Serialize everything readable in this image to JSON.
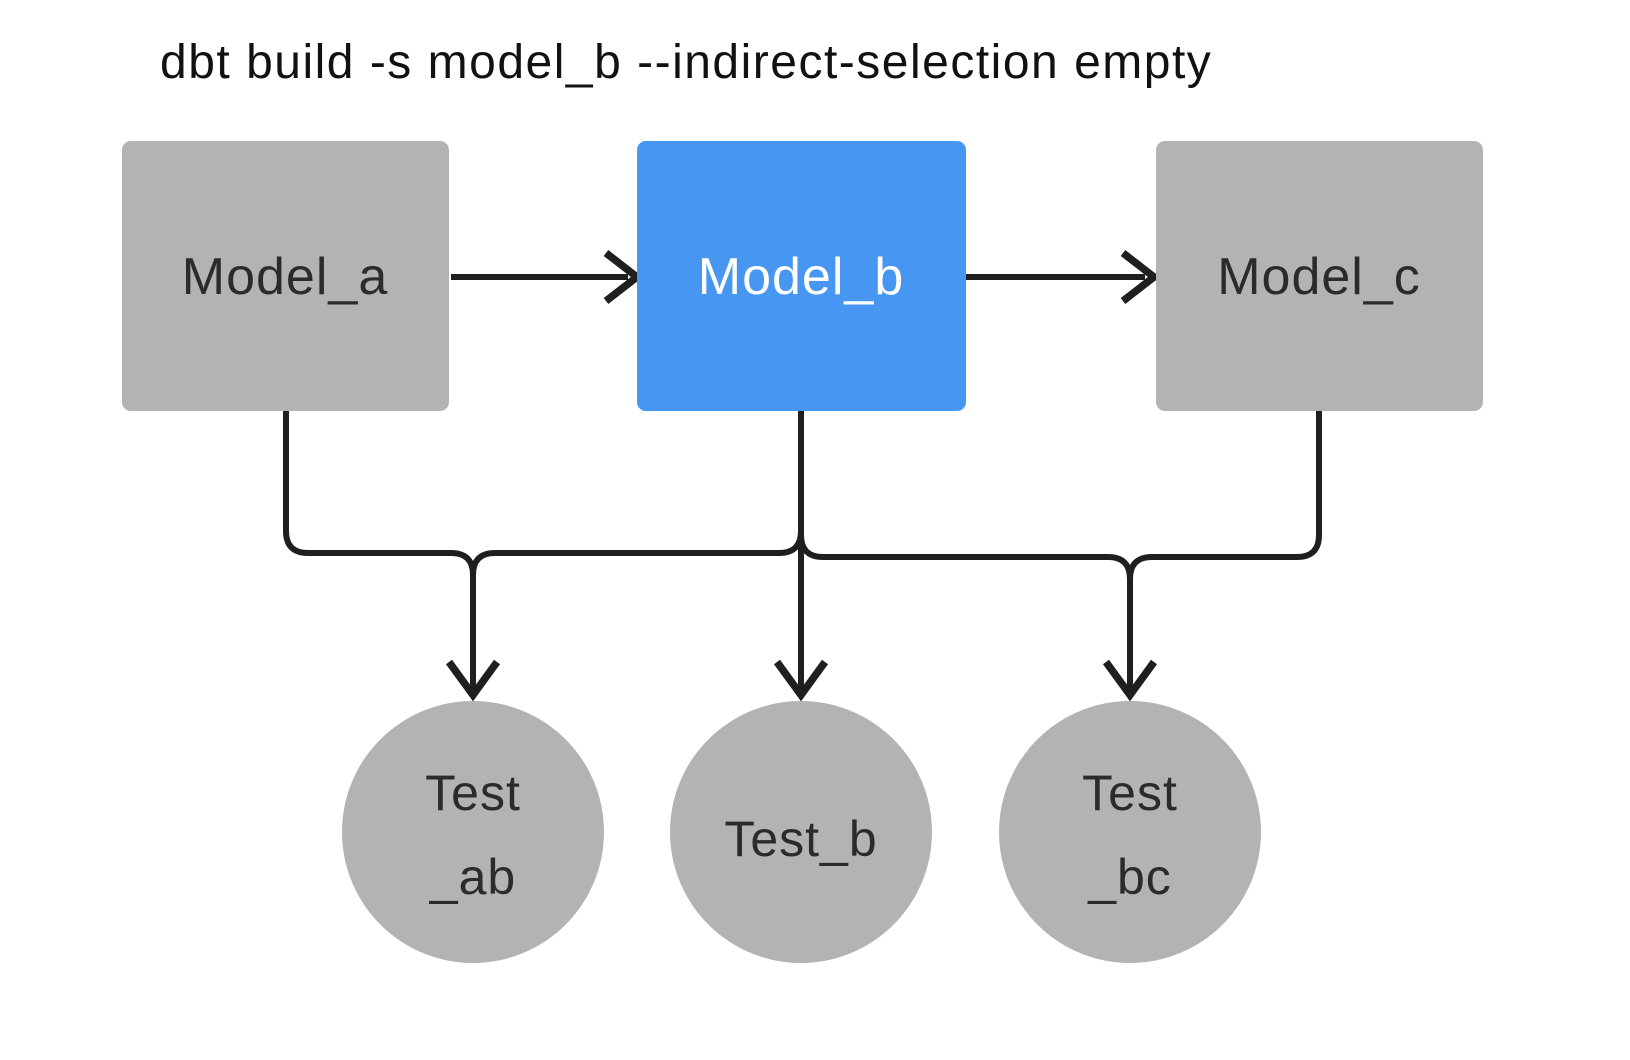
{
  "title": "dbt build -s model_b --indirect-selection empty",
  "colors": {
    "background": "#ffffff",
    "node_gray": "#b3b3b3",
    "node_selected_blue": "#4796f2",
    "edge_black": "#1f1f1f",
    "label_dark": "#2b2b2b",
    "label_light": "#ffffff",
    "title_text": "#111111"
  },
  "models": [
    {
      "id": "model_a",
      "label": "Model_a",
      "selected": false
    },
    {
      "id": "model_b",
      "label": "Model_b",
      "selected": true
    },
    {
      "id": "model_c",
      "label": "Model_c",
      "selected": false
    }
  ],
  "tests": [
    {
      "id": "test_ab",
      "line1": "Test",
      "line2": "_ab"
    },
    {
      "id": "test_b",
      "line1": "Test_b",
      "line2": ""
    },
    {
      "id": "test_bc",
      "line1": "Test",
      "line2": "_bc"
    }
  ],
  "edges": [
    {
      "from": "Model_a",
      "to": "Model_b"
    },
    {
      "from": "Model_b",
      "to": "Model_c"
    },
    {
      "from": "Model_a",
      "to": "Test_ab"
    },
    {
      "from": "Model_b",
      "to": "Test_ab"
    },
    {
      "from": "Model_b",
      "to": "Test_b"
    },
    {
      "from": "Model_b",
      "to": "Test_bc"
    },
    {
      "from": "Model_c",
      "to": "Test_bc"
    }
  ]
}
